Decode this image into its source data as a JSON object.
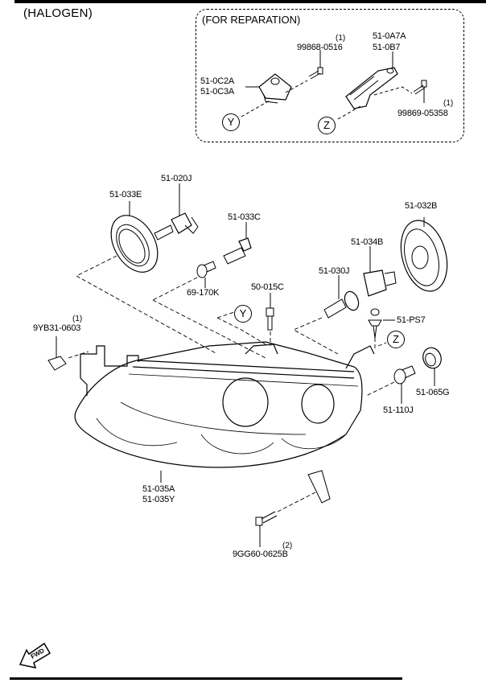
{
  "diagram": {
    "title": "(HALOGEN)",
    "repair_section": {
      "title": "(FOR REPARATION)",
      "parts": [
        {
          "part_no": "99868-0516",
          "qty": "(1)"
        },
        {
          "part_no": "51-0A7A"
        },
        {
          "part_no": "51-0B7"
        },
        {
          "part_no": "51-0C2A"
        },
        {
          "part_no": "51-0C3A"
        },
        {
          "part_no": "99869-05358",
          "qty": "(1)"
        }
      ],
      "callouts": [
        "Y",
        "Z"
      ]
    },
    "parts": [
      {
        "part_no": "51-020J"
      },
      {
        "part_no": "51-033E"
      },
      {
        "part_no": "51-033C"
      },
      {
        "part_no": "51-032B"
      },
      {
        "part_no": "51-034B"
      },
      {
        "part_no": "51-030J"
      },
      {
        "part_no": "69-170K"
      },
      {
        "part_no": "50-015C"
      },
      {
        "part_no": "51-PS7"
      },
      {
        "part_no": "9YB31-0603",
        "qty": "(1)"
      },
      {
        "part_no": "51-065G"
      },
      {
        "part_no": "51-110J"
      },
      {
        "part_no": "51-035A"
      },
      {
        "part_no": "51-035Y"
      },
      {
        "part_no": "9GG60-0625B",
        "qty": "(2)"
      }
    ],
    "callouts": [
      "Y",
      "Z"
    ],
    "direction_label": "FWD"
  }
}
